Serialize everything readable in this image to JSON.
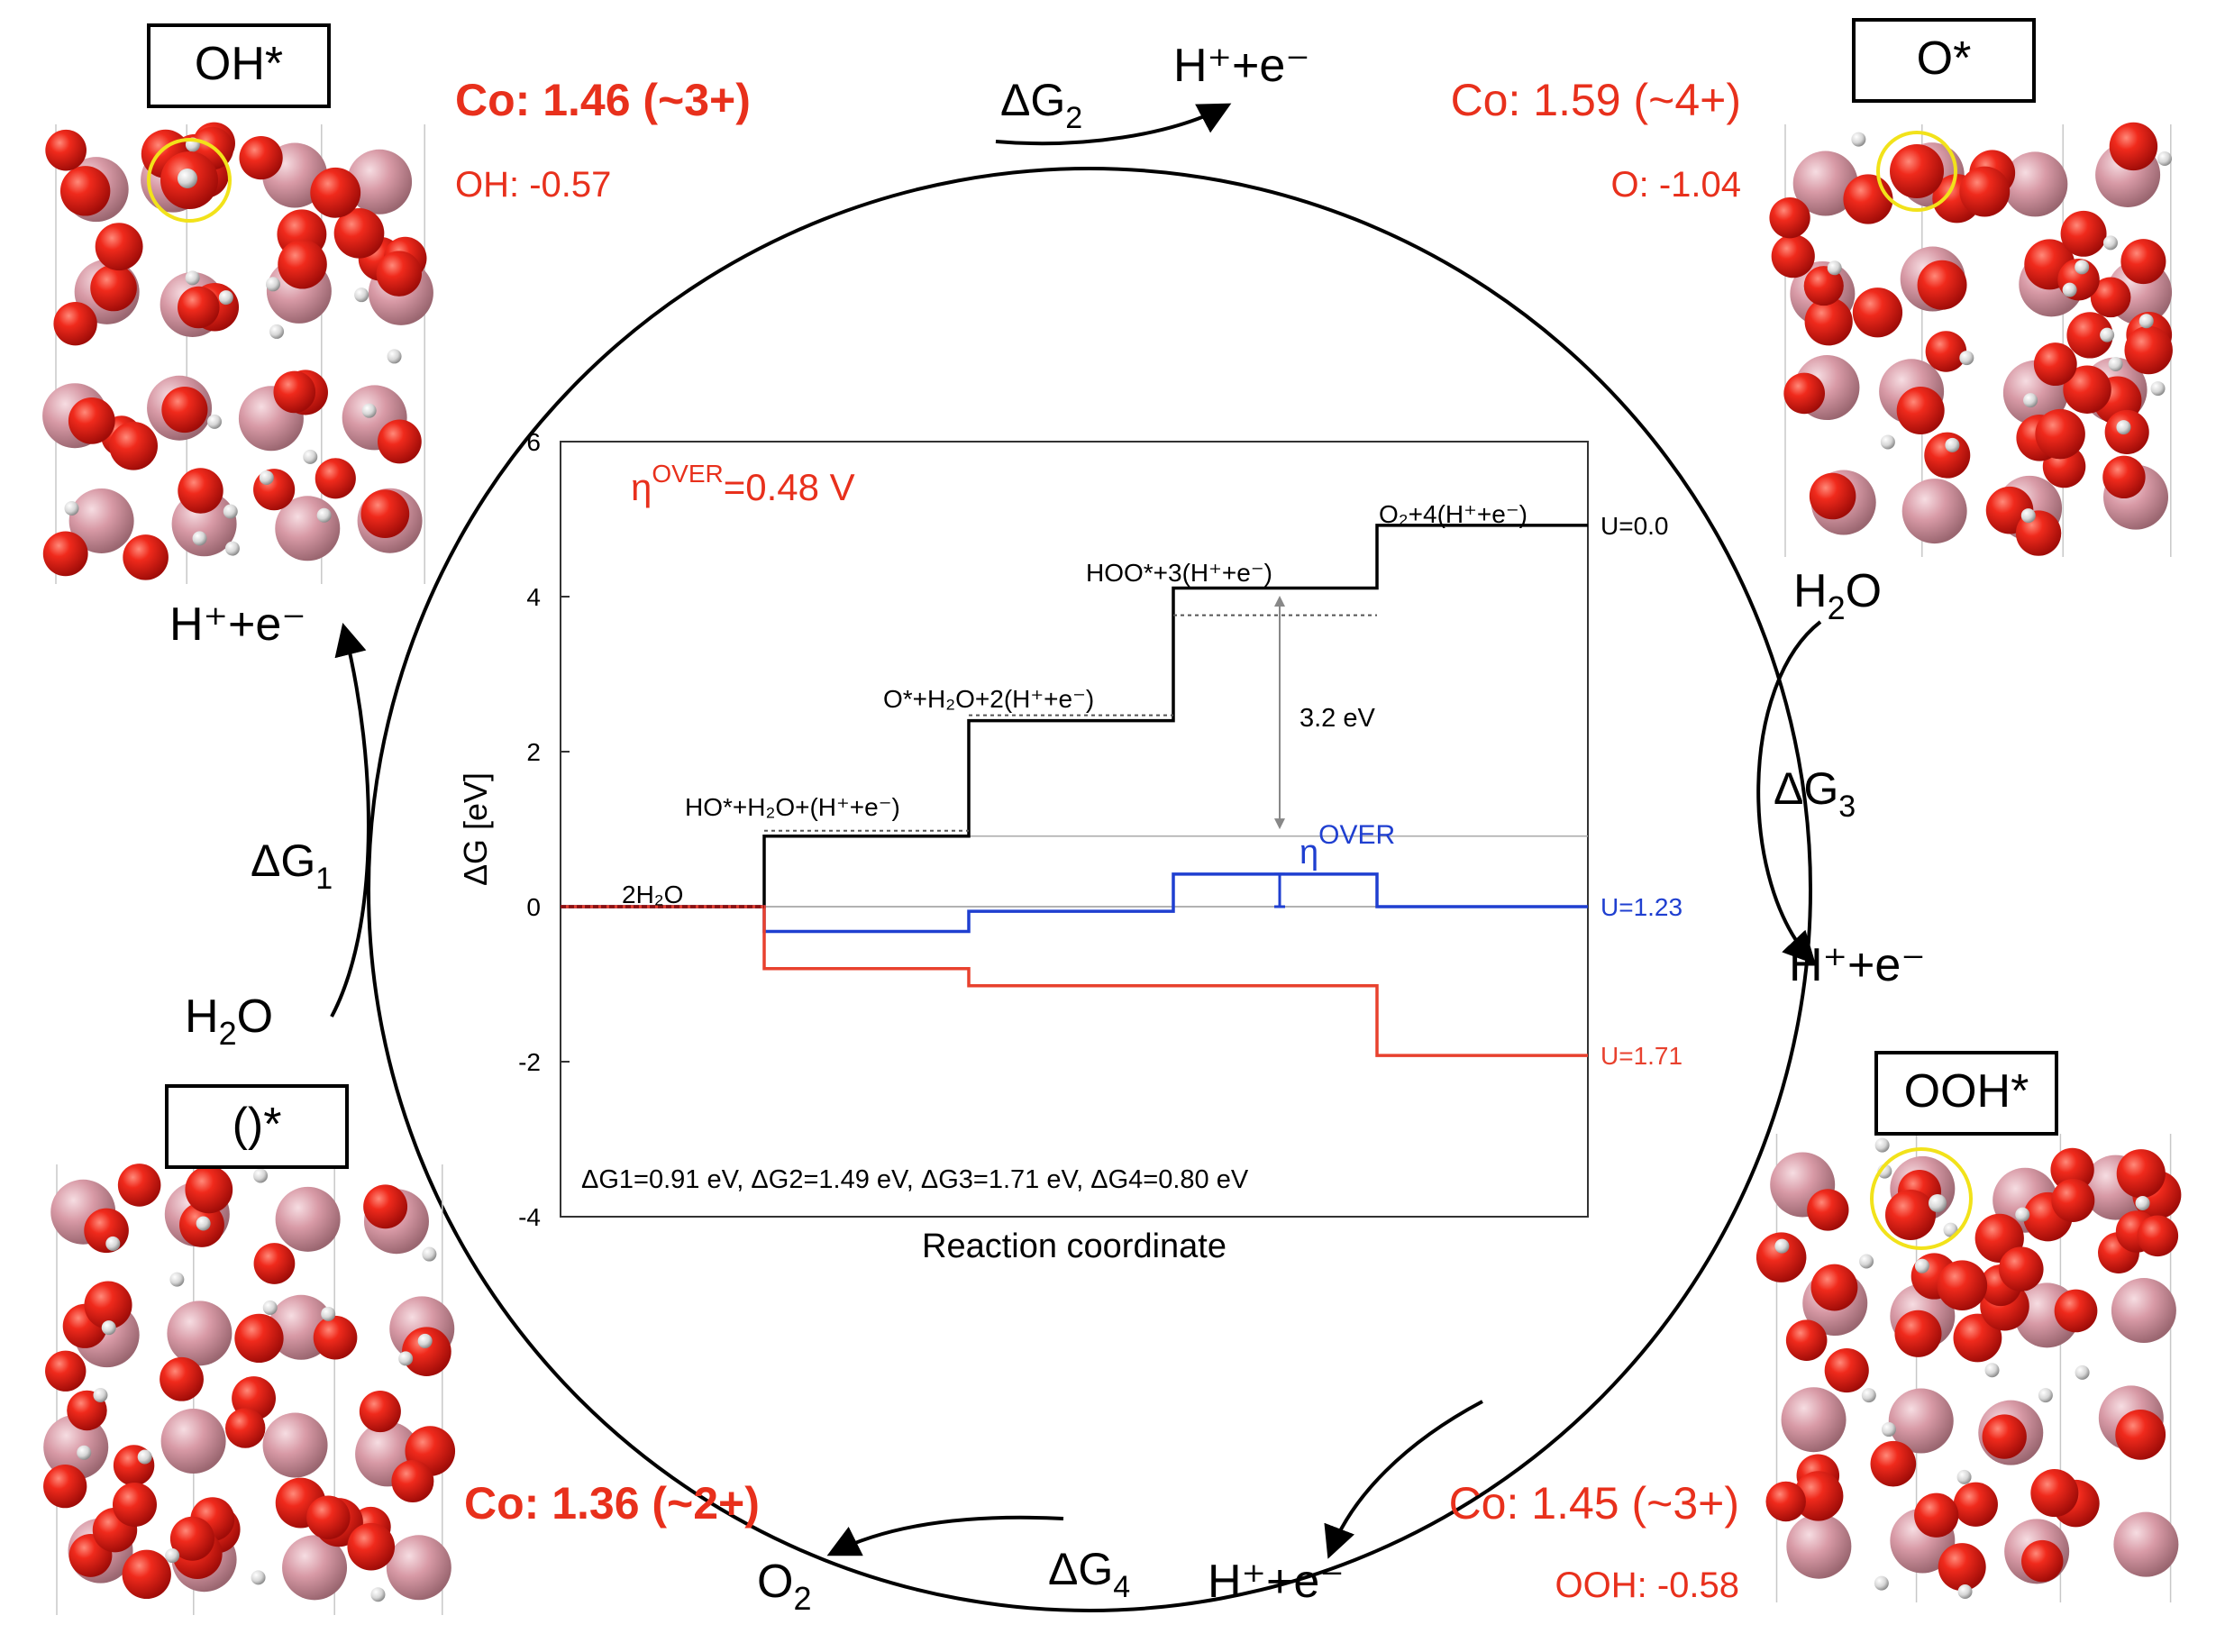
{
  "states": {
    "oh": {
      "label": "OH*",
      "co_line": "Co: 1.46 (~3+)",
      "ads_line": "OH: -0.57"
    },
    "o": {
      "label": "O*",
      "co_line": "Co: 1.59 (~4+)",
      "ads_line": "O: -1.04"
    },
    "ooh": {
      "label": "OOH*",
      "co_line": "Co: 1.45 (~3+)",
      "ads_line": "OOH: -0.58"
    },
    "empty": {
      "label": "()*",
      "co_line": "Co: 1.36 (~2+)"
    }
  },
  "cycle": {
    "dg1": {
      "base": "ΔG",
      "sub": "1"
    },
    "dg2": {
      "base": "ΔG",
      "sub": "2"
    },
    "dg3": {
      "base": "ΔG",
      "sub": "3"
    },
    "dg4": {
      "base": "ΔG",
      "sub": "4"
    },
    "proton_label": "H⁺+e⁻",
    "water": {
      "base": "H",
      "sub": "2",
      "rest": "O"
    },
    "oxygen": {
      "base": "O",
      "sub": "2"
    }
  },
  "colors": {
    "red_text": "#e8301c",
    "atom_red": "#e01818",
    "atom_pink": "#d9a0aa",
    "u0": "#000000",
    "u123": "#1f3fd0",
    "u171": "#e8412e",
    "highlight": "#f2e21a"
  },
  "chart_data": {
    "type": "line",
    "title": "",
    "xlabel": "Reaction coordinate",
    "ylabel": "ΔG [eV]",
    "ylim": [
      -4,
      6
    ],
    "yticks": [
      "6",
      "4",
      "2",
      "0",
      "-2",
      "-4"
    ],
    "step_labels": [
      "2H₂O",
      "HO*+H₂O+(H⁺+e⁻)",
      "O*+H₂O+2(H⁺+e⁻)",
      "HOO*+3(H⁺+e⁻)",
      "O₂+4(H⁺+e⁻)"
    ],
    "series": [
      {
        "name": "U=0.0",
        "values": [
          0,
          0.91,
          2.4,
          4.11,
          4.92
        ]
      },
      {
        "name": "U=1.23",
        "values": [
          0,
          -0.32,
          -0.06,
          0.42,
          0
        ]
      },
      {
        "name": "U=1.71",
        "values": [
          0,
          -0.8,
          -1.02,
          -1.02,
          -1.92
        ]
      }
    ],
    "annotations": {
      "overpotential": {
        "base": "η",
        "sup": "OVER",
        "rest": "=0.48 V"
      },
      "gap": "3.2 eV",
      "eta_marker": {
        "base": "η",
        "sup": "OVER"
      },
      "energies": "ΔG1=0.91 eV, ΔG2=1.49 eV, ΔG3=1.71 eV, ΔG4=0.80 eV"
    }
  }
}
